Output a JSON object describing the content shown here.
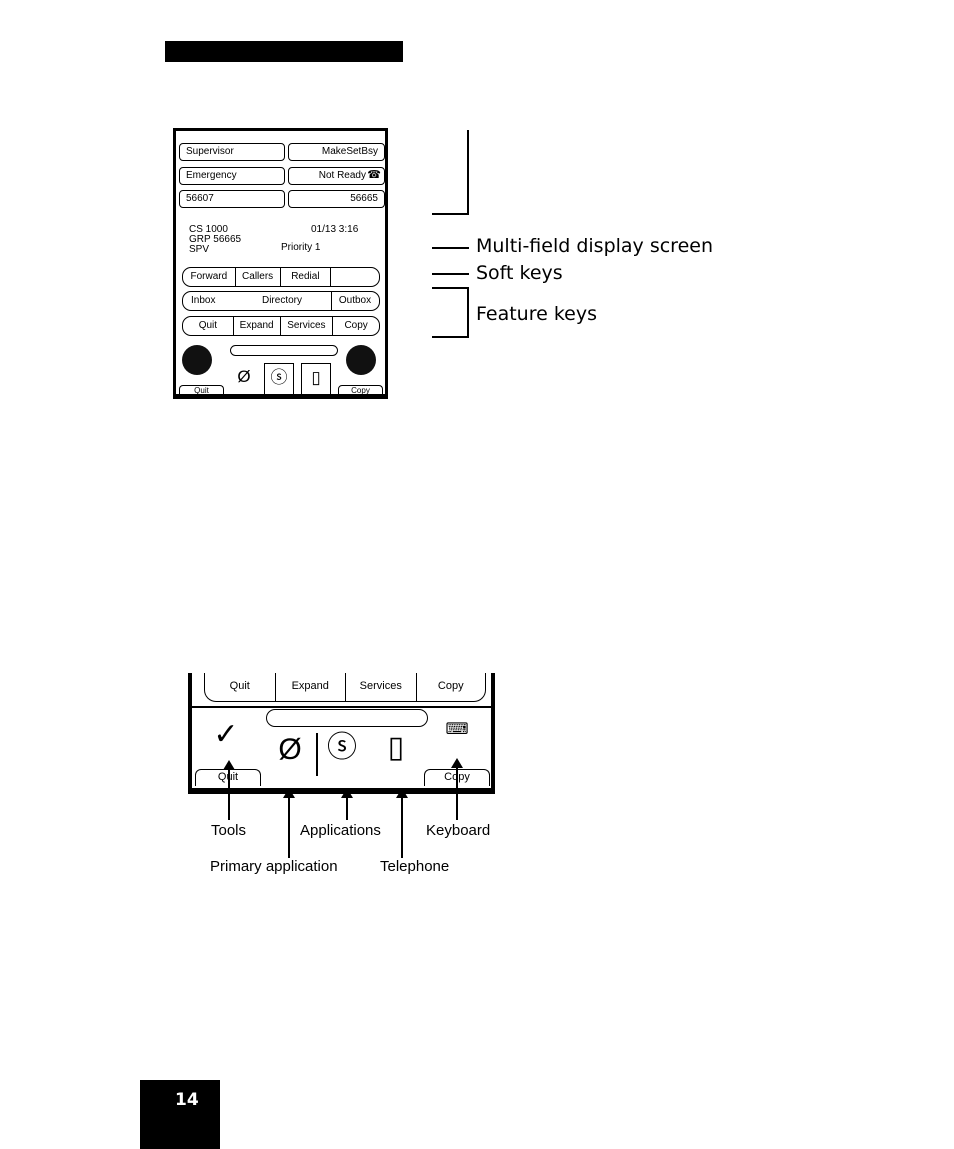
{
  "phone": {
    "feature_keys_top": [
      "Supervisor",
      "MakeSetBsy",
      "Emergency",
      "Not Ready",
      "56607",
      "56665"
    ],
    "info": {
      "line1_left": "CS 1000",
      "line1_right": "01/13 3:16",
      "line2": "GRP 56665",
      "line3_left": "SPV",
      "line3_right": "Priority 1"
    },
    "soft_keys": [
      "Forward",
      "Callers",
      "Redial",
      ""
    ],
    "row2": [
      "Inbox",
      "Directory",
      "Outbox"
    ],
    "row3": [
      "Quit",
      "Expand",
      "Services",
      "Copy"
    ],
    "tab_left": "Quit",
    "tab_right": "Copy"
  },
  "callouts": {
    "display": "Multi-field display screen",
    "soft": "Soft keys",
    "feature": "Feature keys"
  },
  "zoom": {
    "keys": [
      "Quit",
      "Expand",
      "Services",
      "Copy"
    ],
    "tab_left": "Quit",
    "tab_right": "Copy",
    "labels": {
      "tools": "Tools",
      "applications": "Applications",
      "keyboard": "Keyboard",
      "primary": "Primary application",
      "telephone": "Telephone"
    }
  },
  "page_number": "14"
}
